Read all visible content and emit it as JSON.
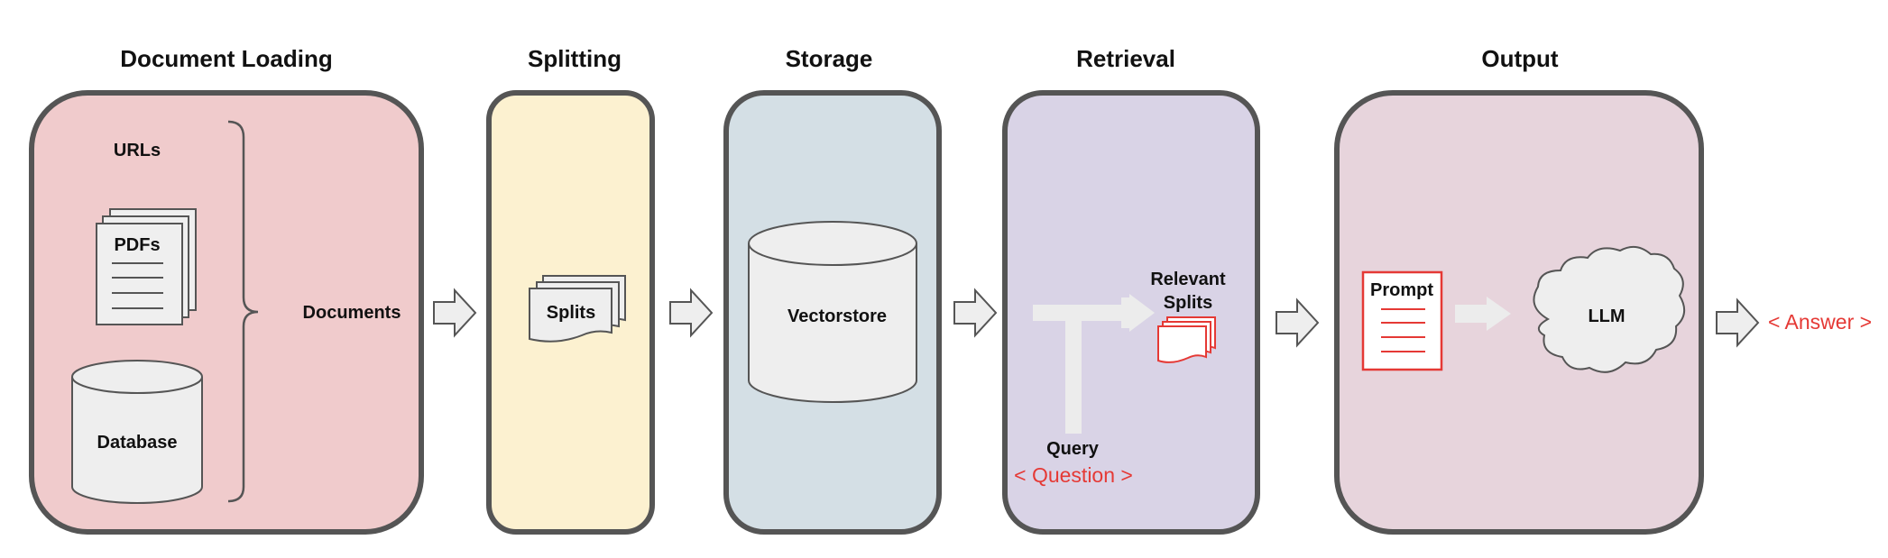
{
  "stages": [
    {
      "id": "loading",
      "title": "Document Loading",
      "fill": "#f0cbcc"
    },
    {
      "id": "splitting",
      "title": "Splitting",
      "fill": "#fcf1d0"
    },
    {
      "id": "storage",
      "title": "Storage",
      "fill": "#d4dfe5"
    },
    {
      "id": "retrieval",
      "title": "Retrieval",
      "fill": "#d9d3e6"
    },
    {
      "id": "output",
      "title": "Output",
      "fill": "#e7d4dc"
    }
  ],
  "loading": {
    "urls": "URLs",
    "pdfs": "PDFs",
    "database": "Database",
    "documents": "Documents"
  },
  "splitting": {
    "splits": "Splits"
  },
  "storage": {
    "vectorstore": "Vectorstore"
  },
  "retrieval": {
    "relevant_line1": "Relevant",
    "relevant_line2": "Splits",
    "query": "Query",
    "question": "< Question >"
  },
  "output": {
    "prompt": "Prompt",
    "llm": "LLM",
    "answer": "< Answer >"
  },
  "colors": {
    "border": "#555555",
    "accent": "#e53935",
    "shape_fill": "#eeeeee",
    "shape_stroke": "#555555"
  },
  "icons": [
    "pdf-stack-icon",
    "database-cylinder-icon",
    "curly-brace-icon",
    "splits-stack-icon",
    "vectorstore-cylinder-icon",
    "t-arrow-icon",
    "relevant-splits-icon",
    "prompt-document-icon",
    "cloud-icon",
    "flow-arrow-icon"
  ]
}
